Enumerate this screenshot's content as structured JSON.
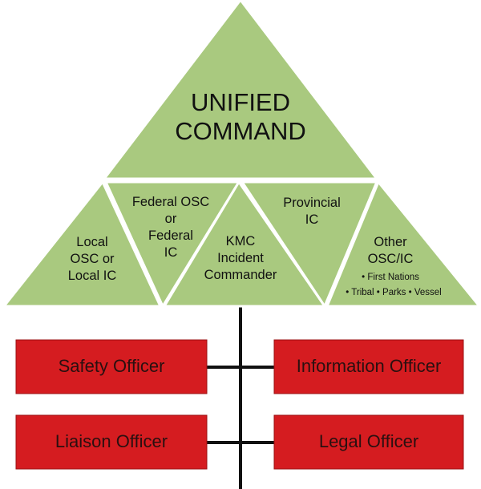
{
  "colors": {
    "triangle_fill": "#a9c97f",
    "box_fill": "#d51c20",
    "connector": "#111111"
  },
  "unified_command": {
    "line1": "UNIFIED",
    "line2": "COMMAND"
  },
  "triangles": {
    "local": {
      "line1": "Local",
      "line2": "OSC or",
      "line3": "Local IC"
    },
    "federal": {
      "line1": "Federal OSC",
      "line2": "or",
      "line3": "Federal",
      "line4": "IC"
    },
    "kmc": {
      "line1": "KMC",
      "line2": "Incident",
      "line3": "Commander"
    },
    "provincial": {
      "line1": "Provincial",
      "line2": "IC"
    },
    "other": {
      "line1": "Other",
      "line2": "OSC/IC",
      "line3": "• First Nations",
      "line4": "• Tribal  • Parks • Vessel"
    }
  },
  "officers": {
    "safety": "Safety Officer",
    "information": "Information Officer",
    "liaison": "Liaison Officer",
    "legal": "Legal Officer"
  }
}
